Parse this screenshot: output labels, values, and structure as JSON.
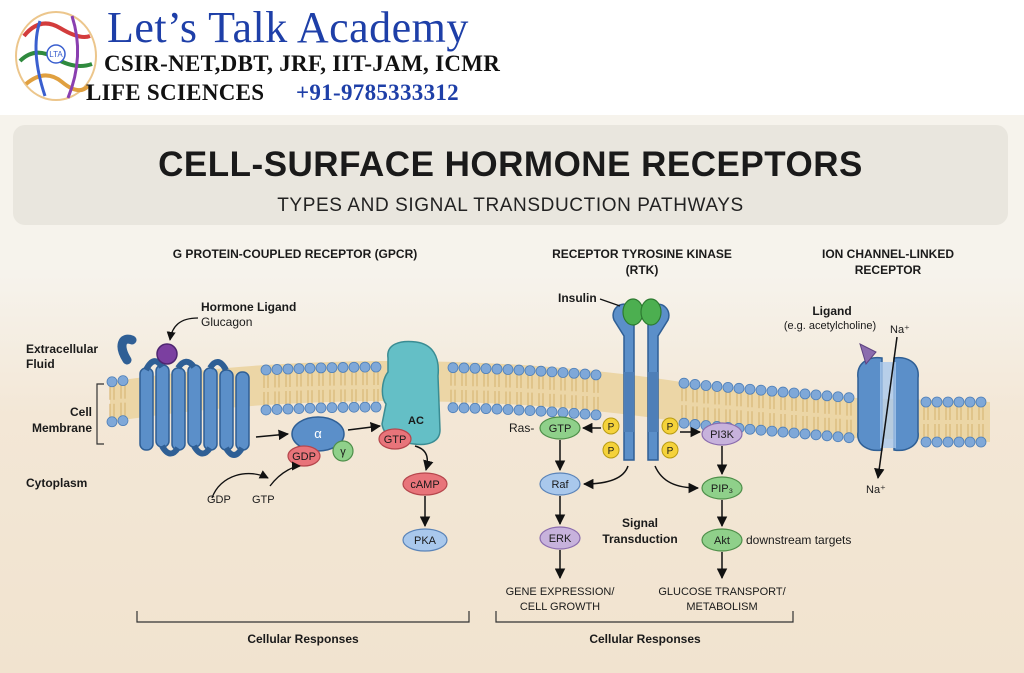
{
  "brand": {
    "name": "Let’s Talk Academy",
    "exams": "CSIR-NET,DBT, JRF, IIT-JAM, ICMR",
    "subject": "LIFE SCIENCES",
    "phone": "+91-9785333312",
    "logo_text": "LTA",
    "logo_icon": "protein-structure-logo"
  },
  "poster": {
    "title": "CELL-SURFACE HORMONE RECEPTORS",
    "subtitle": "TYPES AND SIGNAL TRANSDUCTION PATHWAYS"
  },
  "regions": {
    "extracellular_1": "Extracellular",
    "extracellular_2": "Fluid",
    "membrane_1": "Cell",
    "membrane_2": "Membrane",
    "cytoplasm": "Cytoplasm"
  },
  "gpcr": {
    "heading": "G PROTEIN-COUPLED RECEPTOR (GPCR)",
    "ligand_label": "Hormone Ligand",
    "ligand_name": "Glucagon",
    "alpha": "α",
    "gamma": "γ",
    "gdp": "GDP",
    "gtp": "GTP",
    "gdp_free": "GDP",
    "gtp_free": "GTP",
    "ac": "AC",
    "camp": "cAMP",
    "pka": "PKA",
    "responses": "Cellular Responses"
  },
  "rtk": {
    "heading_1": "RECEPTOR TYROSINE KINASE",
    "heading_2": "(RTK)",
    "insulin": "Insulin",
    "ras_prefix": "Ras-",
    "ras_gtp": "GTP",
    "p": "P",
    "raf": "Raf",
    "erk": "ERK",
    "pi3k": "PI3K",
    "pip3": "PIP₃",
    "akt": "Akt",
    "downstream": "downstream targets",
    "signal_1": "Signal",
    "signal_2": "Transduction",
    "gene_1": "GENE EXPRESSION/",
    "gene_2": "CELL GROWTH",
    "glucose_1": "GLUCOSE TRANSPORT/",
    "glucose_2": "METABOLISM",
    "responses": "Cellular Responses"
  },
  "ion": {
    "heading_1": "ION CHANNEL-LINKED",
    "heading_2": "RECEPTOR",
    "ligand_label": "Ligand",
    "ligand_example": "(e.g. acetylcholine)",
    "na_top": "Na⁺",
    "na_bottom": "Na⁺"
  },
  "colors": {
    "brand_blue": "#1e3fa8",
    "receptor_blue": "#5b8fc9",
    "receptor_dark": "#2f5f95",
    "ac_teal": "#64bfc6",
    "ligand_purple": "#7b3fa0",
    "insulin_green": "#4caf50",
    "node_red": "#e8747a",
    "node_green": "#8fd08a",
    "node_blue": "#a9c8ec",
    "node_purple": "#c7b2dc",
    "phospho_yellow": "#f5d23a",
    "lipid_head": "#7fa8d8",
    "lipid_tail": "#d9b777"
  }
}
